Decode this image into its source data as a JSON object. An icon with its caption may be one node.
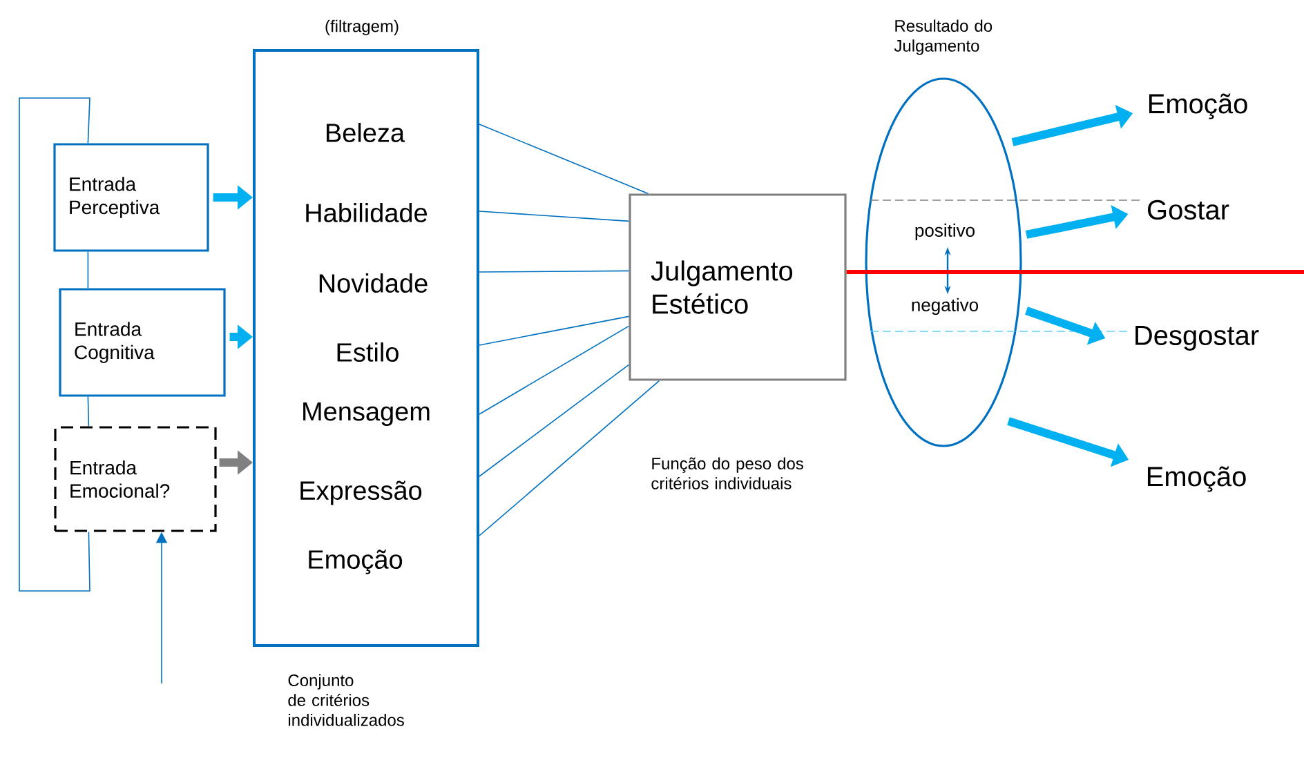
{
  "diagram": {
    "nodes": [
      {
        "text": [
          "(filtragem)"
        ],
        "beside": [
          "Conjunto de critérios individualizados"
        ]
      },
      {
        "text": [
          "Beleza"
        ],
        "in": 0
      },
      {
        "text": [
          "Habilidade"
        ],
        "in": 0
      },
      {
        "text": [
          "Novidade"
        ],
        "in": 0
      },
      {
        "text": [
          "Estilo"
        ],
        "in": 0
      },
      {
        "text": [
          "Mensagem"
        ],
        "in": 0
      },
      {
        "text": [
          "Expressão"
        ],
        "in": 0
      },
      {
        "text": [
          "Emoção"
        ],
        "in": 0
      },
      {
        "text": [
          "Entrada Perceptiva"
        ]
      },
      {
        "text": [
          "Entrada Cognitiva"
        ]
      },
      {
        "text": [
          "Entrada Emocional?"
        ]
      },
      {
        "text": [
          "Julgamento Estético"
        ]
      },
      {
        "text": [
          "Resultado do Julgamento",
          "positivo",
          "negativo"
        ]
      },
      {
        "text": [
          "Emoção"
        ]
      },
      {
        "text": [
          "Gostar"
        ]
      },
      {
        "text": [
          "Desgostar"
        ]
      },
      {
        "text": [
          "Emoção"
        ]
      }
    ],
    "edges": [
      {
        "from": 0,
        "to": 11,
        "arrow": "none"
      },
      {
        "from": 0,
        "to": 11,
        "arrow": "none"
      },
      {
        "from": 0,
        "to": 11,
        "arrow": "none"
      },
      {
        "from": 0,
        "to": 11,
        "arrow": "none"
      },
      {
        "from": 0,
        "to": 11,
        "arrow": "none"
      },
      {
        "from": 0,
        "to": 11,
        "arrow": "none"
      },
      {
        "from": 0,
        "to": 11,
        "arrow": "none"
      },
      {
        "from": 8,
        "to": 0,
        "arrow": "to",
        "style": "thick",
        "color": "#00b0f0"
      },
      {
        "from": 9,
        "to": 0,
        "arrow": "to",
        "style": "thick",
        "color": "#00b0f0"
      },
      {
        "from": 10,
        "to": 0,
        "arrow": "to",
        "style": "thick",
        "color": "#808080"
      },
      {
        "from": 8,
        "to": 9,
        "arrow": "none"
      },
      {
        "from": 9,
        "to": 10,
        "arrow": "none"
      },
      {
        "from": 10,
        "to": 8,
        "arrow": "none"
      },
      {
        "from": null,
        "to": 10,
        "arrow": "to"
      },
      {
        "from": 11,
        "to": null,
        "arrow": "none",
        "style": "thick",
        "color": "#ff0000"
      },
      {
        "from": 12,
        "to": 14,
        "arrow": "none",
        "style": "dashed",
        "color": "#808080"
      },
      {
        "from": 12,
        "to": 15,
        "arrow": "none",
        "style": "dashed",
        "color": "#66ccff"
      },
      {
        "from": 12,
        "to": 13,
        "arrow": "to",
        "style": "thick",
        "color": "#00b0f0"
      },
      {
        "from": 12,
        "to": 14,
        "arrow": "to",
        "style": "thick",
        "color": "#00b0f0"
      },
      {
        "from": 12,
        "to": 15,
        "arrow": "to",
        "style": "thick",
        "color": "#00b0f0"
      },
      {
        "from": 12,
        "to": 16,
        "arrow": "to",
        "style": "thick",
        "color": "#00b0f0"
      }
    ],
    "labels": [
      "Função do peso dos critérios individuais"
    ]
  }
}
